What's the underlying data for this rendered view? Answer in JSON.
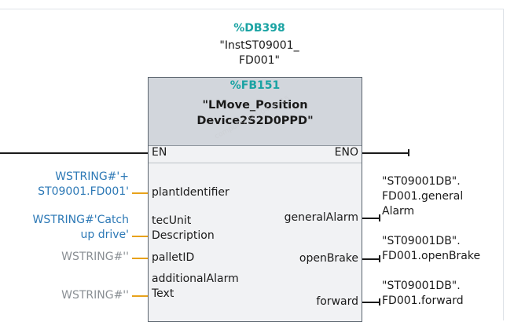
{
  "instance": {
    "db_number": "%DB398",
    "db_name_line1": "\"InstST09001_",
    "db_name_line2": "FD001\""
  },
  "block": {
    "fb_number": "%FB151",
    "fb_name_line1": "\"LMove_Position",
    "fb_name_line2": "Device2S2D0PPD\"",
    "watermark": "compute2024-04-09 15"
  },
  "pins": {
    "en": "EN",
    "eno": "ENO",
    "plant_identifier": "plantIdentifier",
    "tec_unit_line1": "tecUnit",
    "tec_unit_line2": "Description",
    "pallet_id": "palletID",
    "additional_alarm_line1": "additionalAlarm",
    "additional_alarm_line2": "Text",
    "general_alarm": "generalAlarm",
    "open_brake": "openBrake",
    "forward": "forward"
  },
  "inputs": {
    "plant_identifier_line1": "WSTRING#'+",
    "plant_identifier_line2": "ST09001.FD001'",
    "tec_unit_line1": "WSTRING#'Catch",
    "tec_unit_line2": "up drive'",
    "pallet_id": "WSTRING#''",
    "additional_alarm": "WSTRING#''"
  },
  "outputs": {
    "general_alarm_line1": "\"ST09001DB\".",
    "general_alarm_line2": "FD001.general",
    "general_alarm_line3": "Alarm",
    "open_brake_line1": "\"ST09001DB\".",
    "open_brake_line2": "FD001.openBrake",
    "forward_line1": "\"ST09001DB\".",
    "forward_line2": "FD001.forward"
  },
  "colors": {
    "accent_teal": "#1aa3a3",
    "param_blue": "#2d79b6",
    "param_gray": "#8a8f94",
    "connector_orange": "#e8a21a",
    "block_header": "#d2d6dc"
  }
}
